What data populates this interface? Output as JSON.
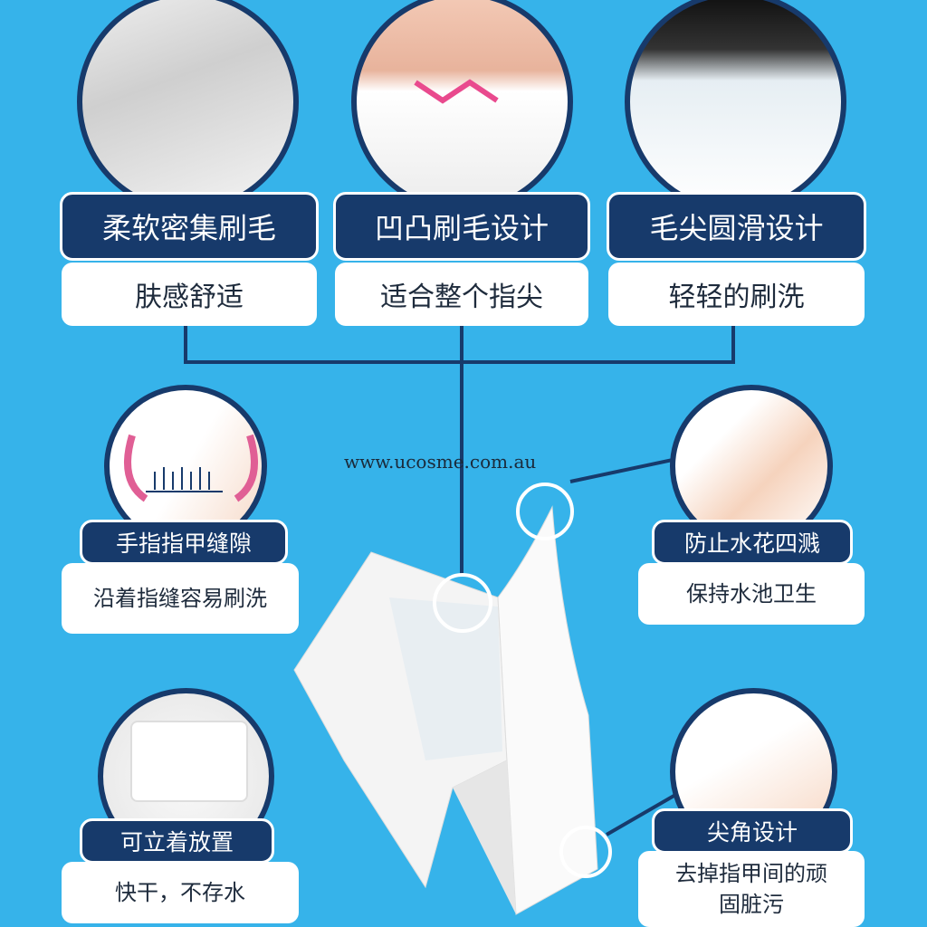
{
  "top_features": [
    {
      "title": "柔软密集刷毛",
      "desc": "肤感舒适"
    },
    {
      "title": "凹凸刷毛设计",
      "desc": "适合整个指尖"
    },
    {
      "title": "毛尖圆滑设计",
      "desc": "轻轻的刷洗"
    }
  ],
  "side_features": [
    {
      "title": "手指指甲缝隙",
      "desc": "沿着指缝容易刷洗"
    },
    {
      "title": "防止水花四溅",
      "desc": "保持水池卫生"
    },
    {
      "title": "可立着放置",
      "desc": "快干，不存水"
    },
    {
      "title": "尖角设计",
      "desc": "去掉指甲间的顽固脏污"
    }
  ],
  "watermark": "www.ucosme.com.au",
  "colors": {
    "background": "#36b3ea",
    "navy": "#173a6b"
  }
}
